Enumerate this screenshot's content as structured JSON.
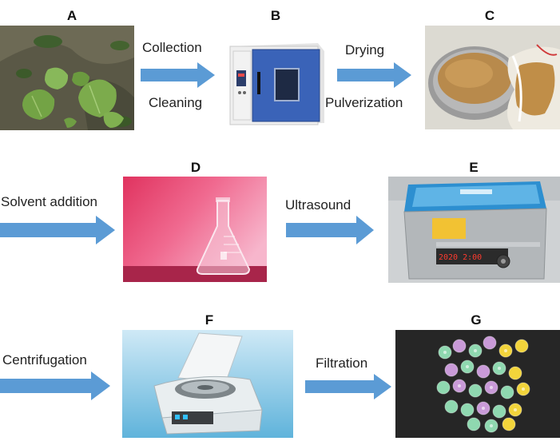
{
  "panels": {
    "a": {
      "letter": "A"
    },
    "b": {
      "letter": "B"
    },
    "c": {
      "letter": "C"
    },
    "d": {
      "letter": "D"
    },
    "e": {
      "letter": "E"
    },
    "f": {
      "letter": "F"
    },
    "g": {
      "letter": "G"
    }
  },
  "steps": {
    "collection": "Collection",
    "cleaning": "Cleaning",
    "drying": "Drying",
    "pulverization": "Pulverization",
    "solvent_addition": "Solvent addition",
    "ultrasound": "Ultrasound",
    "centrifugation": "Centrifugation",
    "filtration": "Filtration"
  },
  "device_text": {
    "ultrasonic_display": "2020 2:00"
  },
  "colors": {
    "arrow": "#5b9bd5"
  }
}
